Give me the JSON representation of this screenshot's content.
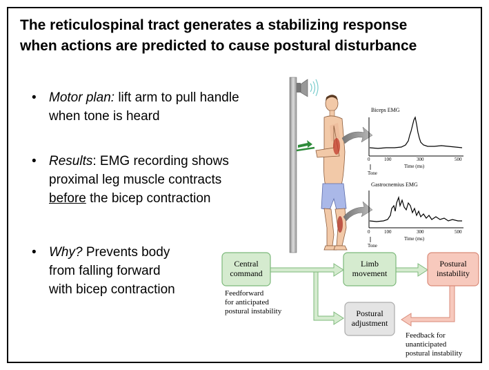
{
  "title": {
    "line1": "The reticulospinal tract generates a stabilizing response",
    "line2": "when actions are predicted to cause postural disturbance"
  },
  "bullets": [
    {
      "lead": "Motor plan:",
      "rest1": " lift arm to pull handle",
      "line2": "when tone is heard"
    },
    {
      "lead": "Results",
      "rest1": ": EMG recording shows",
      "line2": "proximal leg muscle contracts",
      "underlined": "before",
      "line3_rest": " the bicep contraction"
    },
    {
      "lead": "Why?",
      "rest1": " Prevents body",
      "line2": "from falling forward",
      "line3": "with bicep contraction"
    }
  ],
  "figure": {
    "biceps_label": "Biceps EMG",
    "gastro_label": "Gastrocnemius EMG",
    "ticks": [
      "0",
      "100",
      "300",
      "500"
    ],
    "time_label": "Time (ms)",
    "tone_label": "Tone"
  },
  "diagram": {
    "central": [
      "Central",
      "command"
    ],
    "limb": [
      "Limb",
      "movement"
    ],
    "postural_instability": [
      "Postural",
      "instability"
    ],
    "postural_adjustment": [
      "Postural",
      "adjustment"
    ],
    "feedforward": [
      "Feedforward",
      "for anticipated",
      "postural instability"
    ],
    "feedback": [
      "Feedback for",
      "unanticipated",
      "postural instability"
    ]
  },
  "colors": {
    "green_box": "#d5ebcf",
    "green_border": "#7cb87a",
    "red_box": "#f7c9bd",
    "red_border": "#d98a78",
    "gray_box": "#e4e4e4"
  }
}
